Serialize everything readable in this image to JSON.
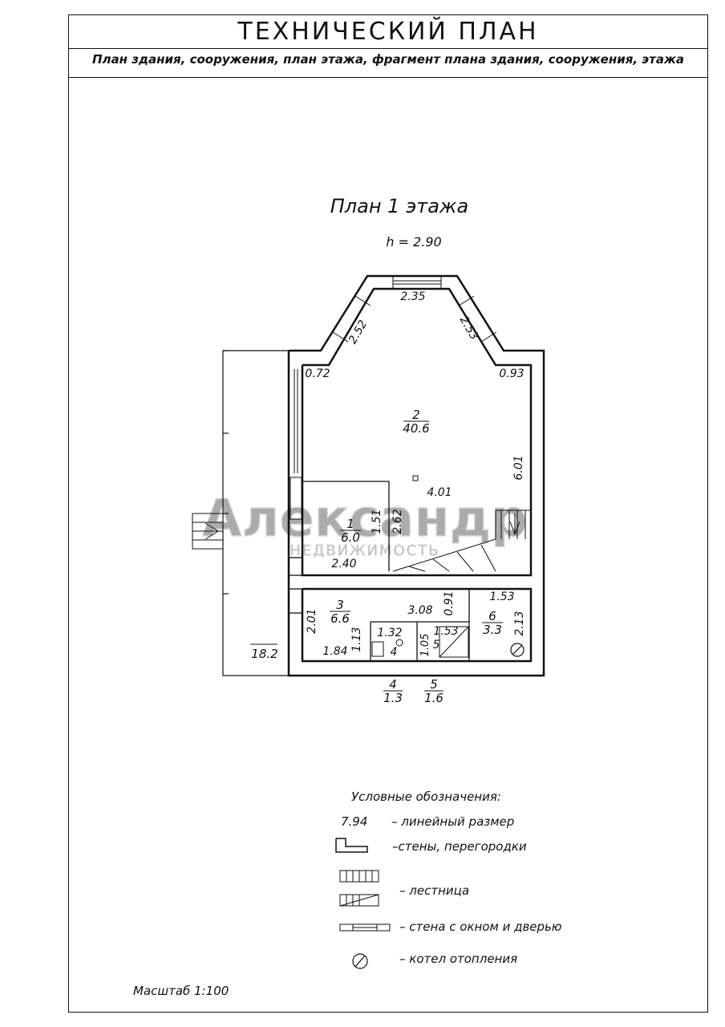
{
  "header": {
    "title": "ТЕХНИЧЕСКИЙ ПЛАН",
    "subtitle": "План здания, сооружения, план этажа, фрагмент плана здания, сооружения, этажа"
  },
  "plan": {
    "title": "План 1 этажа",
    "height_label": "h = 2.90",
    "dimensions": {
      "bay_top": "2.35",
      "bay_left": "2.52",
      "bay_right": "2.53",
      "room2_left_corner": "0.72",
      "room2_right_corner": "0.93",
      "room2_right_side": "6.01",
      "room2_inner": "4.01",
      "room1_width": "2.40",
      "room1_depth": "1.51",
      "stair_depth": "2.62",
      "room3_depth": "2.01",
      "room3_width": "1.84",
      "room3_mid": "1.13",
      "corridor_width": "3.08",
      "partition": "0.91",
      "room6_width": "1.53",
      "room6_depth": "2.13",
      "room4_width": "1.32",
      "room5_width": "1.53",
      "room5_depth": "1.05"
    },
    "rooms": [
      {
        "num": "2",
        "area": "40.6"
      },
      {
        "num": "1",
        "area": "6.0"
      },
      {
        "num": "3",
        "area": "6.6"
      },
      {
        "num": "6",
        "area": "3.3"
      },
      {
        "num": "4",
        "area": "1.3"
      },
      {
        "num": "5",
        "area": "1.6"
      }
    ],
    "terrace_area": "18.2",
    "room4_label": "4",
    "room5_label": "5"
  },
  "watermark": {
    "main": "Александр",
    "sub": "НЕДВИЖИМОСТЬ"
  },
  "legend": {
    "title": "Условные обозначения:",
    "items": [
      {
        "sample": "7.94",
        "label": "– линейный размер"
      },
      {
        "sample": "",
        "label": "–стены, перегородки"
      },
      {
        "sample": "",
        "label": "– лестница"
      },
      {
        "sample": "",
        "label": "– стена с окном и дверью"
      },
      {
        "sample": "",
        "label": "– котел отопления"
      }
    ]
  },
  "scale": "Масштаб  1:100"
}
